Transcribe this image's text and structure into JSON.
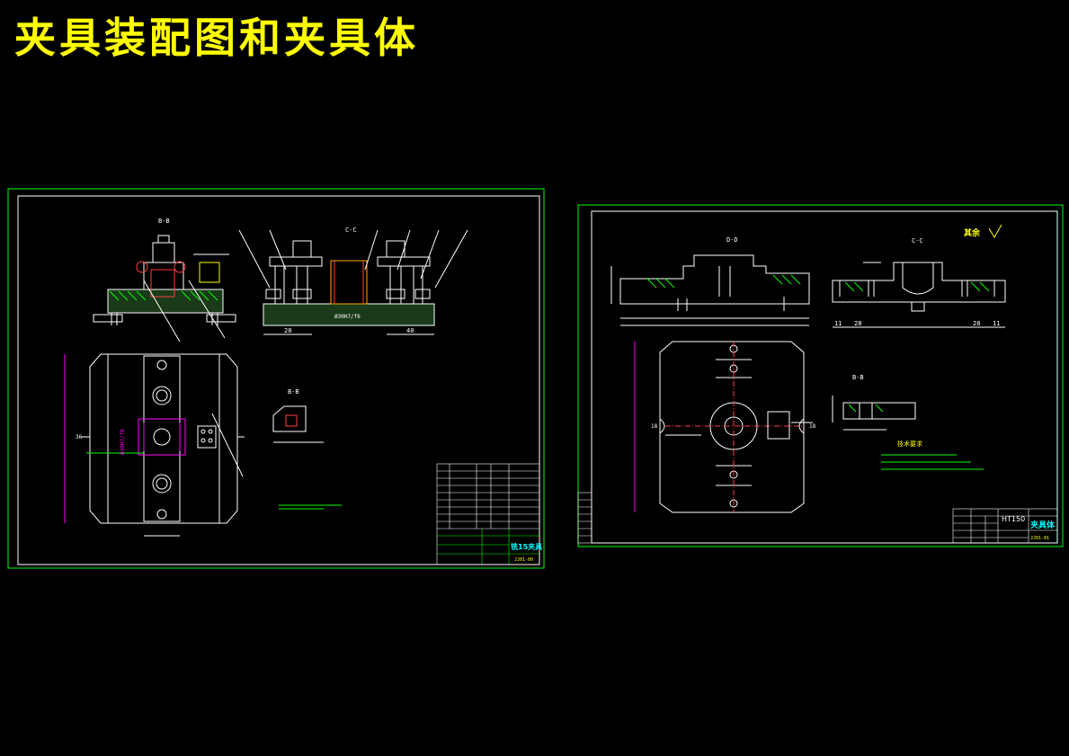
{
  "page": {
    "title": "夹具装配图和夹具体"
  },
  "colors": {
    "background": "#000000",
    "title": "#ffff00",
    "frame": "#00ff00",
    "lines": "#ffffff",
    "dimension": "#ff00ff",
    "accent": "#00ffff"
  },
  "sheet_left": {
    "views": {
      "section_b": "B-B",
      "section_c": "C-C",
      "detail": "B-B"
    },
    "dims": {
      "d28": "28",
      "d40": "40",
      "d36": "36",
      "fit1": "Ø30H7/f6",
      "fit2": "Ø30H7/f6"
    },
    "title_block": {
      "name": "铣15夹具",
      "subtitle": "JJ01-00"
    }
  },
  "sheet_right": {
    "views": {
      "section_d": "D-D",
      "section_c": "C-C",
      "section_b": "B-B"
    },
    "roughness_note": "其余",
    "dims": {
      "d11a": "11",
      "d28a": "28",
      "d28b": "28",
      "d11b": "11",
      "d18a": "18",
      "d18b": "18"
    },
    "notes_title": "技术要求",
    "title_block": {
      "material": "HT150",
      "name": "夹具体",
      "subtitle": "JJ01-01"
    }
  }
}
